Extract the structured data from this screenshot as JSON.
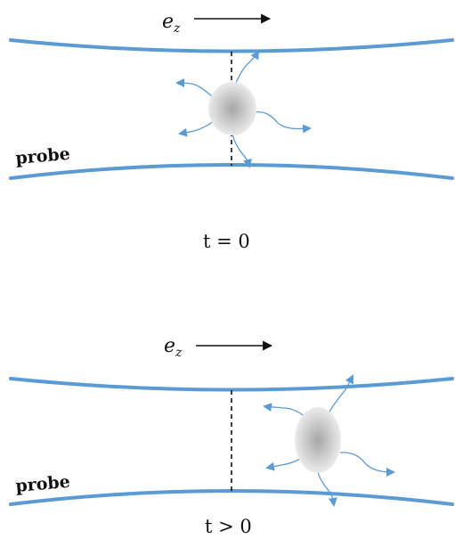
{
  "colors": {
    "beam": "#5b9bd5",
    "ion_light": "#f2f2f2",
    "ion_dark": "#a6a6a6",
    "text": "#111111"
  },
  "panel_top": {
    "probe_label": "probe",
    "direction_label": "e",
    "direction_subscript": "z",
    "time_label": "t = 0"
  },
  "panel_bottom": {
    "probe_label": "probe",
    "direction_label": "e",
    "direction_subscript": "z",
    "time_label": "t > 0"
  },
  "icons": {
    "particle": "gray-sphere-icon",
    "emission": "arrow-icon"
  }
}
